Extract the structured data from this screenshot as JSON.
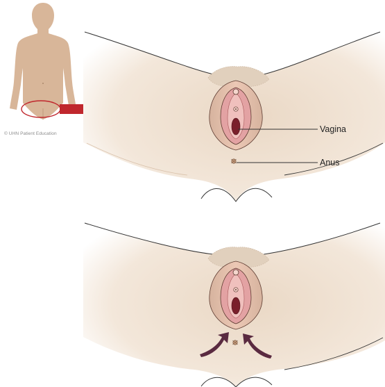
{
  "credit": "© UHN Patient Education",
  "labels": {
    "vagina": "Vagina",
    "anus": "Anus"
  },
  "colors": {
    "skin": "#efdfcf",
    "figure": "#d8b699",
    "highlight_circle": "#c0272d",
    "arrow_red": "#c0272d",
    "arrow_purple": "#5a2a40",
    "vulva_pink": "#e3a2a3",
    "inner_dark": "#7a1f2b"
  }
}
